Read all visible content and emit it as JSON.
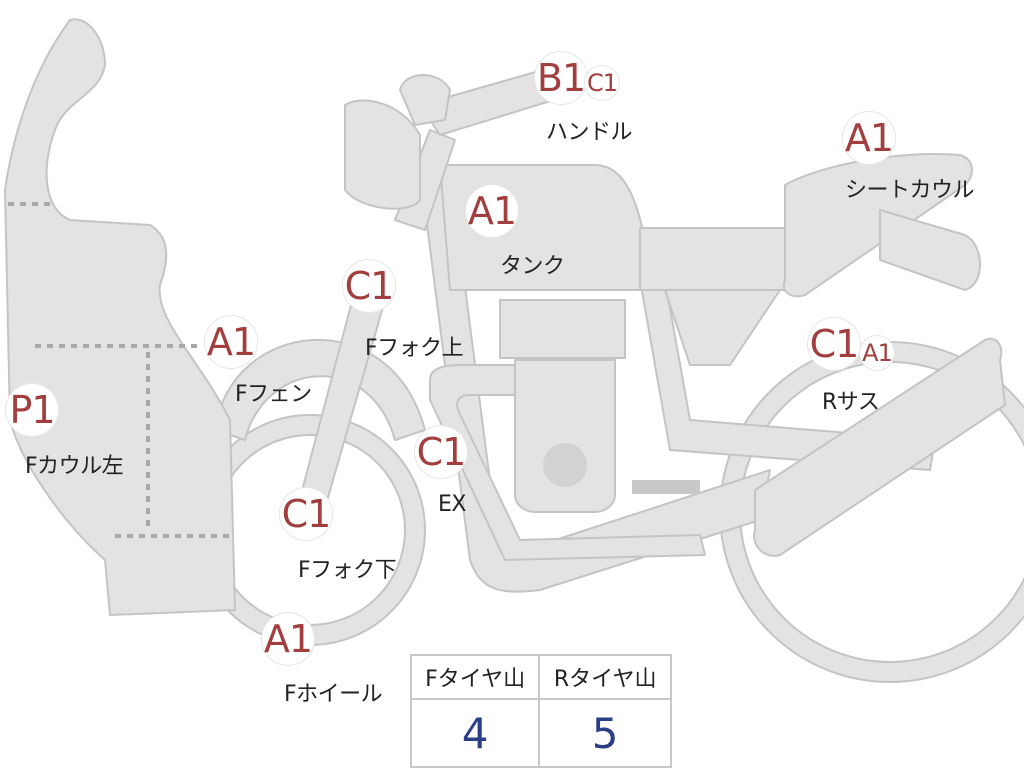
{
  "colors": {
    "part_fill": "#e3e3e1",
    "part_stroke": "#c4c4c2",
    "grade_text": "#a23f3e",
    "label_text": "#222222",
    "tread_value": "#2a3f86",
    "table_border": "#c8c8c8"
  },
  "parts": [
    {
      "id": "handle",
      "label": "ハンドル",
      "grades": [
        "B1",
        "C1"
      ]
    },
    {
      "id": "seat-cowl",
      "label": "シートカウル",
      "grades": [
        "A1"
      ]
    },
    {
      "id": "tank",
      "label": "タンク",
      "grades": [
        "A1"
      ]
    },
    {
      "id": "f-fork-upper",
      "label": "Fフォク上",
      "grades": [
        "C1"
      ]
    },
    {
      "id": "f-fender",
      "label": "Fフェン",
      "grades": [
        "A1"
      ]
    },
    {
      "id": "r-sus",
      "label": "Rサス",
      "grades": [
        "C1",
        "A1"
      ]
    },
    {
      "id": "f-cowl-left",
      "label": "Fカウル左",
      "grades": [
        "P1"
      ]
    },
    {
      "id": "ex",
      "label": "EX",
      "grades": [
        "C1"
      ]
    },
    {
      "id": "f-fork-lower",
      "label": "Fフォク下",
      "grades": [
        "C1"
      ]
    },
    {
      "id": "f-wheel",
      "label": "Fホイール",
      "grades": [
        "A1"
      ]
    }
  ],
  "tread": {
    "front_label": "Fタイヤ山",
    "rear_label": "Rタイヤ山",
    "front_value": "4",
    "rear_value": "5"
  }
}
